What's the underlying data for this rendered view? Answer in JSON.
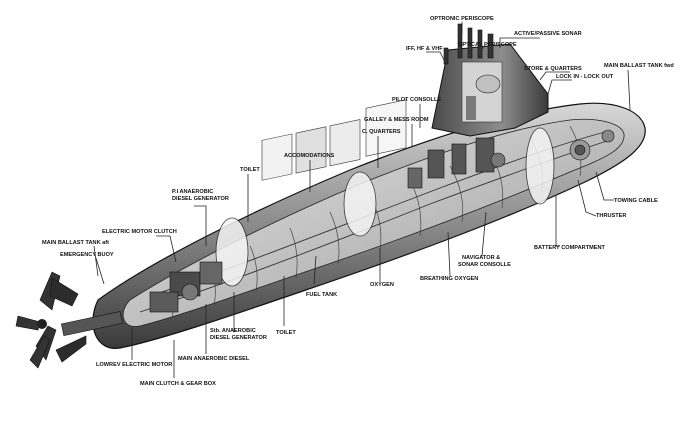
{
  "labels": {
    "optronic_periscope": "OPTRONIC PERISCOPE",
    "active_passive_sonar": "ACTIVE/PASSIVE SONAR",
    "optical_periscope": "OPTICAL PERISCOPE",
    "iff_hf_vhf": "IFF, HF & VHF",
    "store_quarters": "STORE & QUARTERS",
    "main_ballast_fwd": "MAIN BALLAST TANK fwd",
    "lock_in_lock_out": "LOCK IN - LOCK OUT",
    "pilot_console": "PILOT CONSOLLE",
    "galley_mess": "GALLEY & MESS ROOM",
    "c_quarters": "C. QUARTERS",
    "accomodations": "ACCOMODATIONS",
    "toilet_top": "TOILET",
    "pi_anaerobic_1": "P.I ANAEROBIC",
    "pi_anaerobic_2": "DIESEL GENERATOR",
    "electric_motor_clutch": "ELECTRIC MOTOR CLUTCH",
    "main_ballast_aft": "MAIN BALLAST TANK aft",
    "emergency_buoy": "EMERGENCY BUOY",
    "towing_cable": "TOWING CABLE",
    "thruster": "THRUSTER",
    "battery_compartment": "BATTERY COMPARTMENT",
    "navigator_1": "NAVIGATOR &",
    "navigator_2": "SONAR CONSOLLE",
    "breathing_oxygen": "BREATHING OXYGEN",
    "oxygen": "OXYGEN",
    "fuel_tank": "FUEL TANK",
    "toilet_bottom": "TOILET",
    "stb_anaerobic_1": "Stb. ANAEROBIC",
    "stb_anaerobic_2": "DIESEL GENERATOR",
    "main_anaerobic_diesel": "MAIN ANAEROBIC DIESEL",
    "lowrev_motor": "LOWREV ELECTRIC MOTOR",
    "main_clutch": "MAIN CLUTCH & GEAR BOX"
  }
}
